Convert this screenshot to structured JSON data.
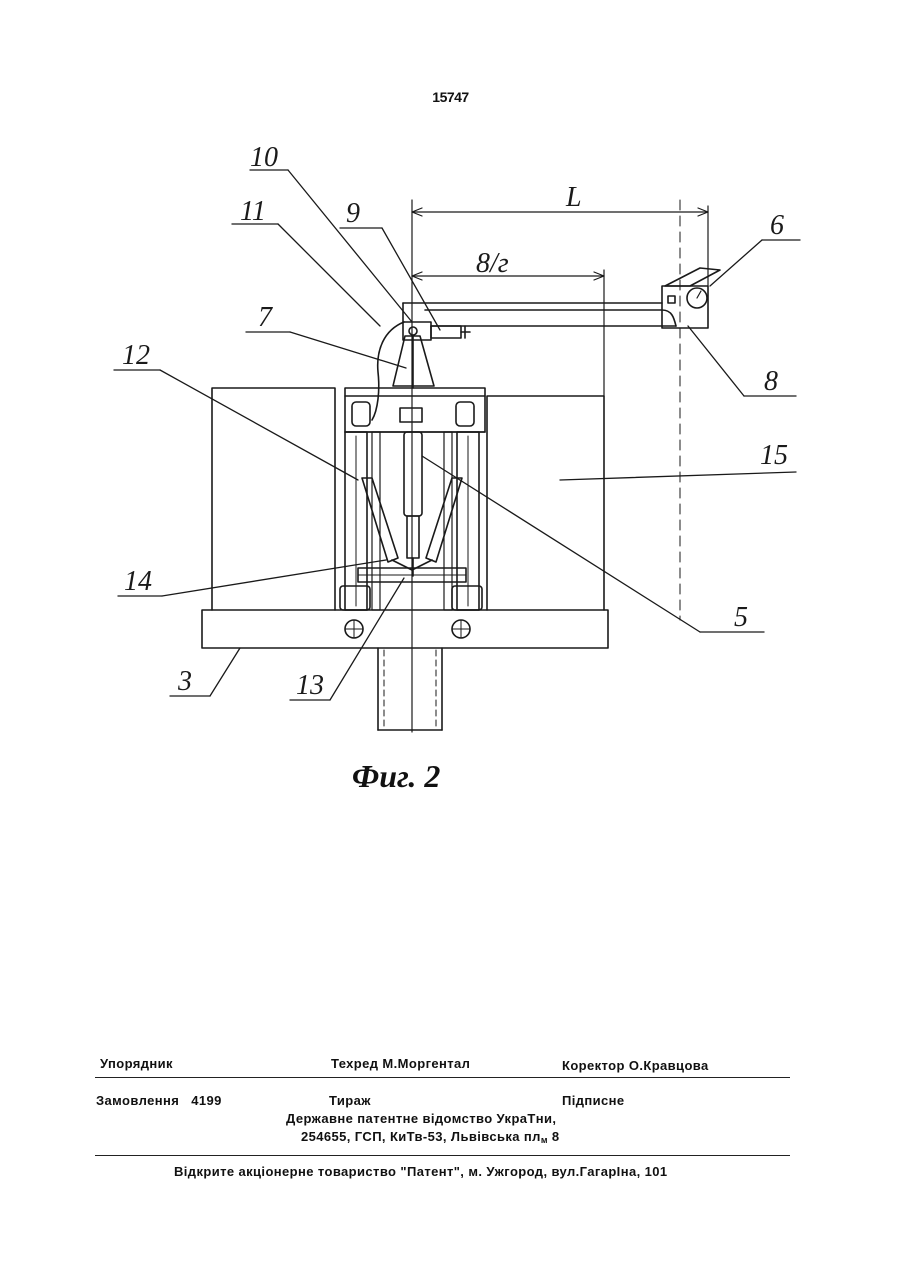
{
  "page_number": "15747",
  "figure": {
    "caption": "Фиг. 2",
    "dimension_L": "L",
    "dimension_half": "8/г",
    "labels": {
      "l3": "3",
      "l5": "5",
      "l6": "6",
      "l7": "7",
      "l8": "8",
      "l9": "9",
      "l10": "10",
      "l11": "11",
      "l12": "12",
      "l13": "13",
      "l14": "14",
      "l15": "15"
    }
  },
  "imprint": {
    "compiler": "Упорядник",
    "tech_editor": "Техред М.Моргентал",
    "corrector": "Коректор О.Кравцова",
    "order": "Замовлення   4199",
    "circulation": "Тираж",
    "signed": "Підписне",
    "office_line1": "Державне патентне відомство УкраТни,",
    "office_line2_main": "254655, ГСП, КиТв-53, Львівська пл",
    "office_line2_sub": "м",
    "office_line2_tail": " 8",
    "publisher": "Відкрите акціонерне товариство \"Патент\", м. Ужгород, вул.ГагарІна, 101"
  }
}
